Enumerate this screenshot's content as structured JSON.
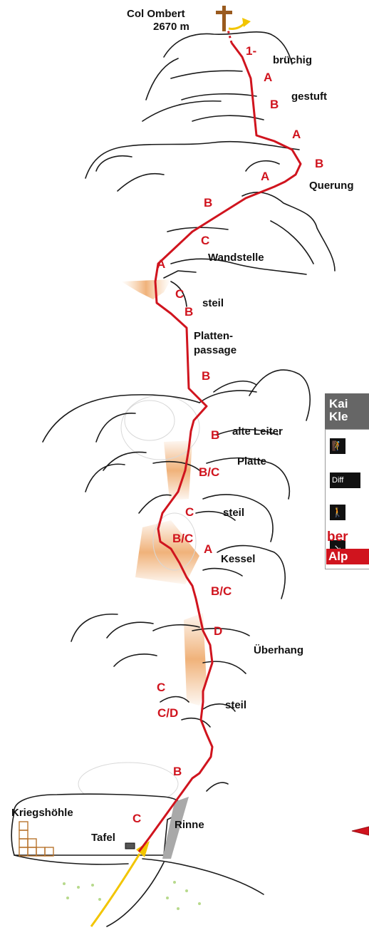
{
  "summit": {
    "name": "Col Ombert",
    "altitude": "2670 m"
  },
  "sections": [
    {
      "text": "brüchig"
    },
    {
      "text": "gestuft"
    },
    {
      "text": "Querung"
    },
    {
      "text": "Wandstelle"
    },
    {
      "text": "steil"
    },
    {
      "text": "Platten-"
    },
    {
      "text": "passage"
    },
    {
      "text": "alte Leiter"
    },
    {
      "text": "Platte"
    },
    {
      "text": "steil"
    },
    {
      "text": "Kessel"
    },
    {
      "text": "Überhang"
    },
    {
      "text": "steil"
    },
    {
      "text": "Rinne"
    },
    {
      "text": "Kriegshöhle"
    },
    {
      "text": "Tafel"
    }
  ],
  "grades": [
    "1-",
    "A",
    "B",
    "A",
    "B",
    "A",
    "B",
    "C",
    "A",
    "C",
    "B",
    "B",
    "B",
    "B/C",
    "C",
    "B/C",
    "A",
    "B/C",
    "D",
    "C",
    "C/D",
    "B",
    "C"
  ],
  "legend": {
    "header_line1": "Kai",
    "header_line2": "Kle",
    "diff_label": "Diff",
    "brand_line1": "ber",
    "brand_line2": "Alp",
    "icons": [
      "climber-icon",
      "hiker-icon",
      "descent-icon"
    ]
  },
  "colors": {
    "route": "#d0141e",
    "approach": "#f2c500",
    "cross": "#9a5a1e",
    "shade": "#f0b27a",
    "ladder": "#b8742e"
  }
}
